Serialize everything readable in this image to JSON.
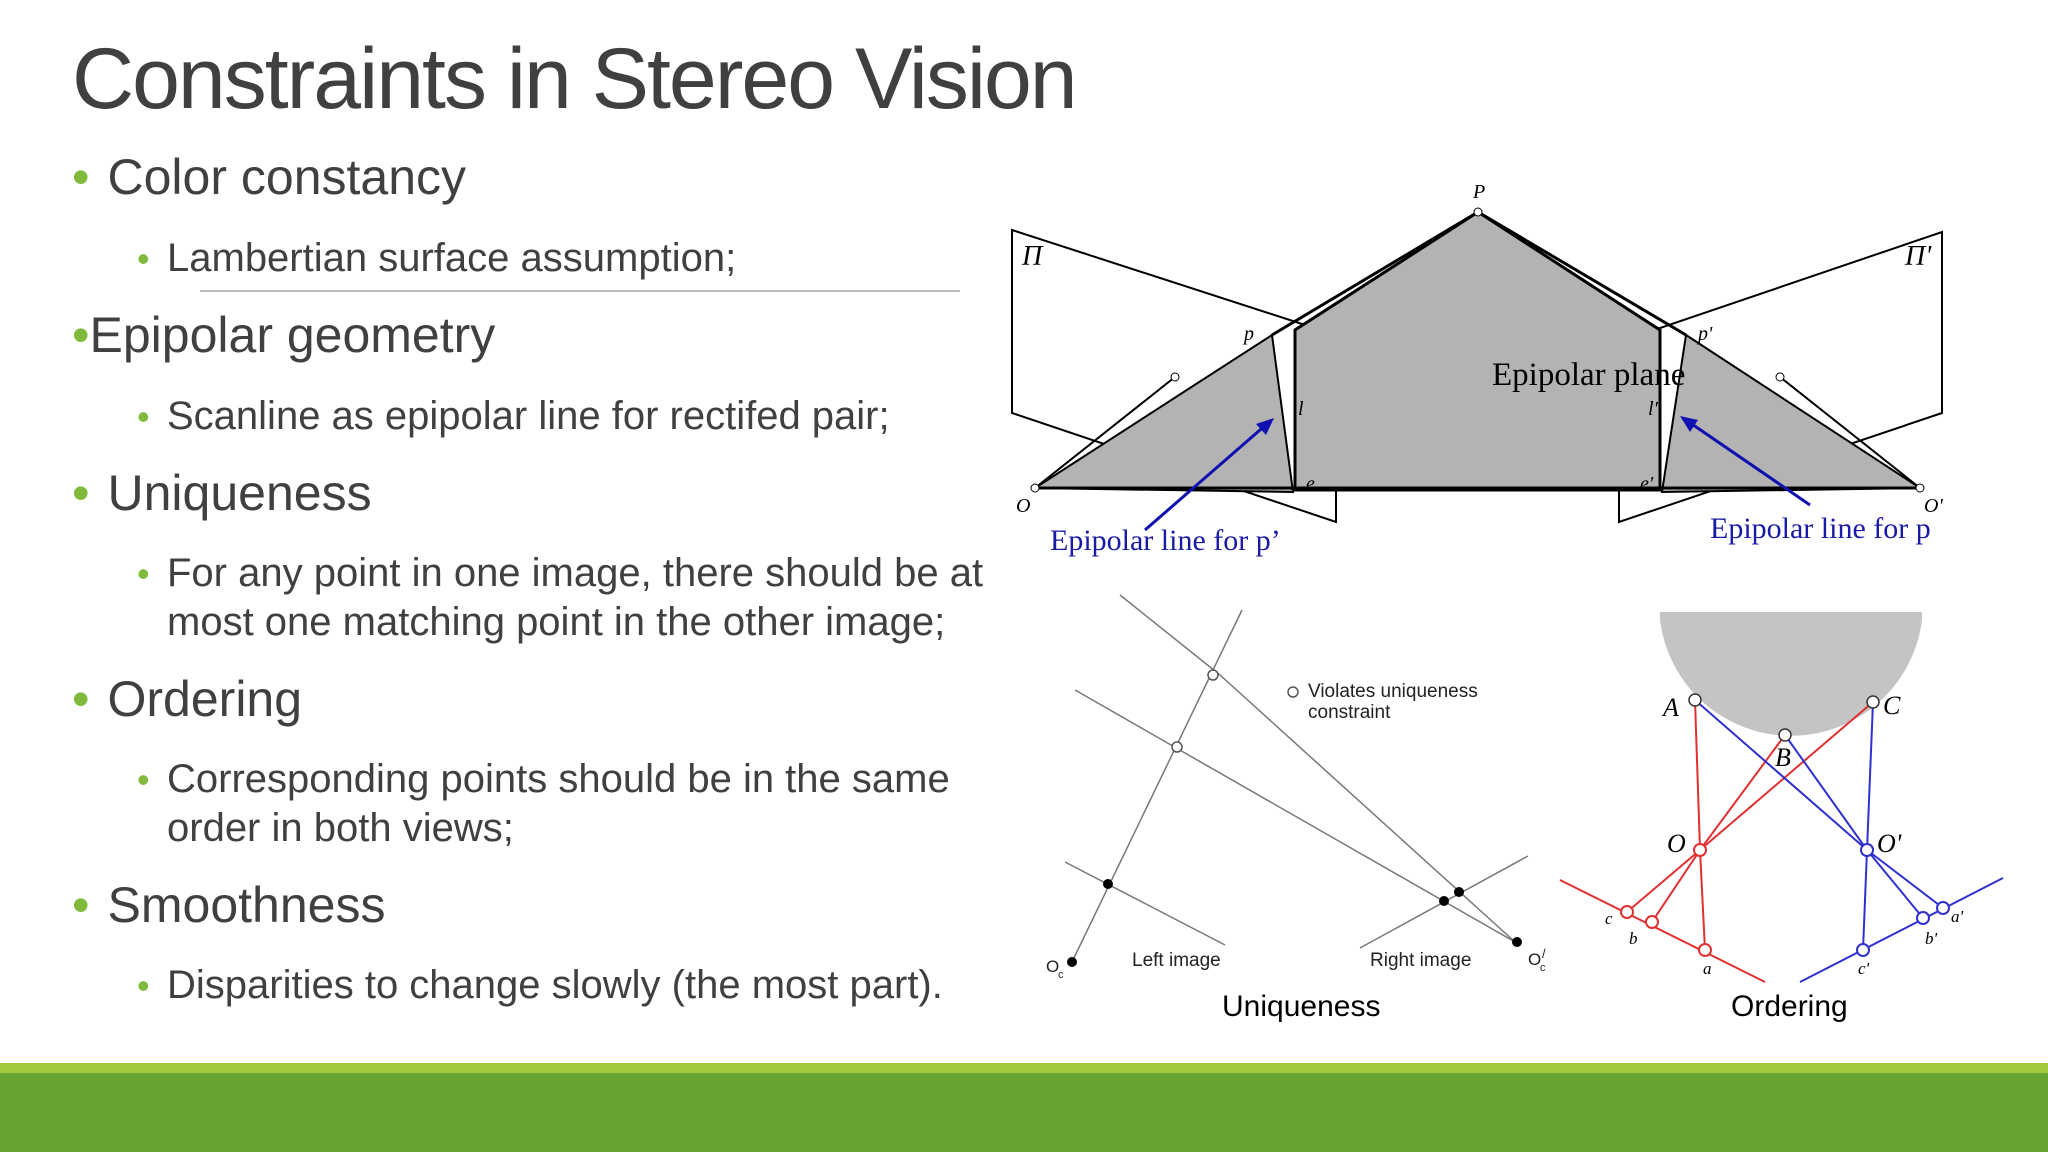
{
  "slide": {
    "title": "Constraints in Stereo Vision",
    "bullets": [
      {
        "label": "Color constancy",
        "sub": [
          "Lambertian surface assumption;"
        ]
      },
      {
        "label": "Epipolar geometry",
        "sub": [
          "Scanline as epipolar line for rectifed pair;"
        ]
      },
      {
        "label": "Uniqueness",
        "sub": [
          "For any point in one image, there should be at most one matching point in the other image;"
        ]
      },
      {
        "label": "Ordering",
        "sub": [
          "Corresponding points should be in the same order in both views;"
        ]
      },
      {
        "label": "Smoothness",
        "sub": [
          "Disparities to change slowly (the most part)."
        ]
      }
    ]
  },
  "epipolar_figure": {
    "plane_label": "Epipolar plane",
    "left_caption": "Epipolar line for p’",
    "right_caption": "Epipolar line for p",
    "labels": {
      "P": "P",
      "pi_left": "Π",
      "pi_right": "Π'",
      "p": "p",
      "p_prime": "p'",
      "l": "l",
      "l_prime": "l'",
      "e": "e",
      "e_prime": "e'",
      "O": "O",
      "O_prime": "O'"
    },
    "colors": {
      "plane": "#b3b3b3",
      "caption": "#1a1aa8",
      "arrow": "#1010b0"
    }
  },
  "uniqueness_figure": {
    "legend": [
      "Violates uniqueness",
      "constraint"
    ],
    "left_image": "Left image",
    "right_image": "Right image",
    "oc_left": "O",
    "oc_right": "O",
    "sub_c": "c",
    "prime": "/",
    "caption": "Uniqueness"
  },
  "ordering_figure": {
    "labels": {
      "A": "A",
      "B": "B",
      "C": "C",
      "O": "O",
      "O_prime": "O'",
      "a": "a",
      "b": "b",
      "c": "c",
      "a_prime": "a'",
      "b_prime": "b'",
      "c_prime": "c'"
    },
    "colors": {
      "left": "#e03030",
      "right": "#3030d0",
      "surface": "#c4c4c4"
    },
    "caption": "Ordering"
  },
  "theme": {
    "accent": "#7fba3c",
    "band": "#66a332",
    "band_top": "#a2c93e"
  }
}
